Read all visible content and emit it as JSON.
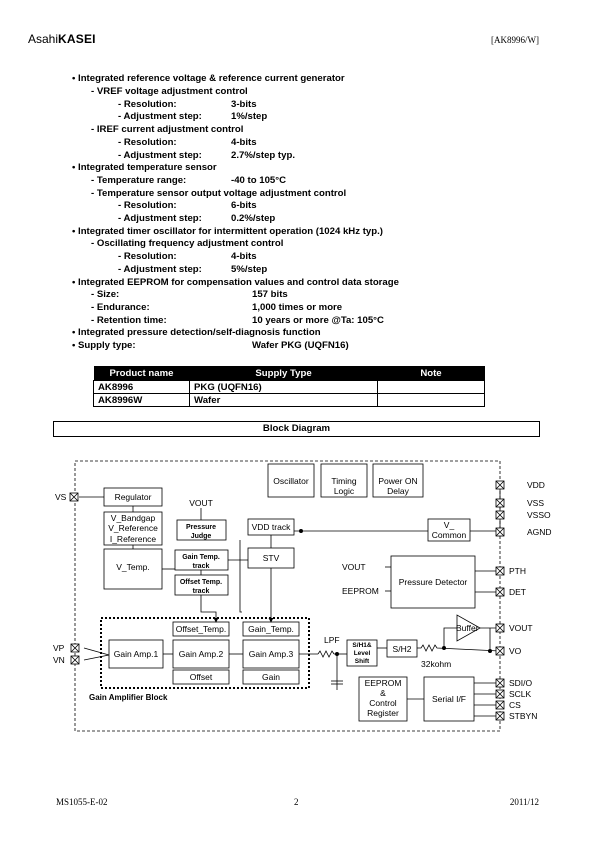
{
  "header": {
    "logo_light": "Asahi",
    "logo_bold": "KASEI",
    "doc_id": "[AK8996/W]"
  },
  "specs": {
    "l1": "• Integrated reference voltage & reference current generator",
    "l2": "-      VREF voltage adjustment control",
    "l3": "-      Resolution:",
    "l3v": "3-bits",
    "l4": "-      Adjustment step:",
    "l4v": "1%/step",
    "l5": "-      IREF current adjustment control",
    "l6": "-      Resolution:",
    "l6v": "4-bits",
    "l7": "-      Adjustment step:",
    "l7v": "2.7%/step typ.",
    "l8": "• Integrated temperature sensor",
    "l9": "-      Temperature range:",
    "l9v": "-40 to 105°C",
    "l10": "-      Temperature sensor output voltage adjustment control",
    "l11": "-      Resolution:",
    "l11v": "6-bits",
    "l12": "-      Adjustment step:",
    "l12v": "0.2%/step",
    "l13": "• Integrated timer oscillator for intermittent operation (1024 kHz typ.)",
    "l14": "-      Oscillating frequency adjustment control",
    "l15": "-      Resolution:",
    "l15v": "4-bits",
    "l16": "-      Adjustment step:",
    "l16v": "5%/step",
    "l17": "• Integrated EEPROM for compensation values and control data storage",
    "l18": "-      Size:",
    "l18v": "157 bits",
    "l19": "-      Endurance:",
    "l19v": "1,000 times or more",
    "l20": "-      Retention time:",
    "l20v": "10 years or more @Ta: 105°C",
    "l21": "• Integrated pressure detection/self-diagnosis function",
    "l22": "• Supply type:",
    "l22v": "Wafer PKG (UQFN16)"
  },
  "table": {
    "headers": [
      "Product name",
      "Supply Type",
      "Note"
    ],
    "rows": [
      [
        "AK8996",
        "PKG (UQFN16)",
        ""
      ],
      [
        "AK8996W",
        "Wafer",
        ""
      ]
    ]
  },
  "block_diagram_title": "Block Diagram",
  "diagram": {
    "oscillator": "Oscillator",
    "timing1": "Timing",
    "timing2": "Logic",
    "poweron1": "Power ON",
    "poweron2": "Delay",
    "regulator": "Regulator",
    "vout_top": "VOUT",
    "vband": "V_Bandgap",
    "vref": "V_Reference",
    "iref": "I_Reference",
    "pj1": "Pressure",
    "pj2": "Judge",
    "vddtrack": "VDD track",
    "vtemp": "V_Temp.",
    "gtt1": "Gain Temp.",
    "gtt2": "track",
    "stv": "STV",
    "ott1": "Offset Temp.",
    "ott2": "track",
    "vcommon1": "V_",
    "vcommon2": "Common",
    "vout_pd": "VOUT",
    "eeprom_pd": "EEPROM",
    "pressure_detector": "Pressure Detector",
    "offset_temp": "Offset_Temp.",
    "gain_temp": "Gain_Temp.",
    "ga1": "Gain Amp.1",
    "ga2": "Gain Amp.2",
    "ga3": "Gain Amp.3",
    "offset": "Offset",
    "gain": "Gain",
    "gab": "Gain Amplifier Block",
    "lpf": "LPF",
    "sh1a": "S/H1&",
    "sh1b": "Level",
    "sh1c": "Shift",
    "sh2": "S/H2",
    "buffer": "Buffer",
    "kohm": "32kohm",
    "ee1": "EEPROM",
    "ee2": "&",
    "ee3": "Control",
    "ee4": "Register",
    "serial": "Serial I/F",
    "pins": {
      "vs": "VS",
      "vp": "VP",
      "vn": "VN",
      "vdd": "VDD",
      "vss": "VSS",
      "vsso": "VSSO",
      "agnd": "AGND",
      "pth": "PTH",
      "det": "DET",
      "vout": "VOUT",
      "vo": "VO",
      "sdio": "SDI/O",
      "sclk": "SCLK",
      "cs": "CS",
      "stbyn": "STBYN"
    }
  },
  "footer": {
    "left": "MS1055-E-02",
    "center": "2",
    "right": "2011/12"
  }
}
